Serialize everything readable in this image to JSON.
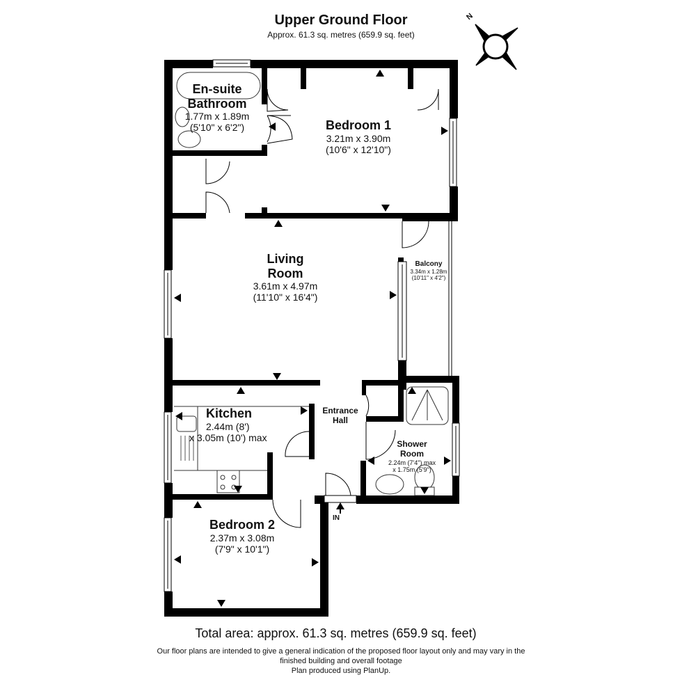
{
  "header": {
    "title": "Upper Ground Floor",
    "subtitle": "Approx. 61.3 sq. metres (659.9 sq. feet)"
  },
  "compass": {
    "north_label": "N",
    "icon": "compass-rose-icon"
  },
  "rooms": [
    {
      "id": "ensuite",
      "name": "En-suite Bathroom",
      "name_line1": "En-suite",
      "name_line2": "Bathroom",
      "metric": "1.77m x 1.89m",
      "imperial": "(5'10\" x 6'2\")"
    },
    {
      "id": "bedroom1",
      "name": "Bedroom 1",
      "metric": "3.21m x 3.90m",
      "imperial": "(10'6\" x 12'10\")"
    },
    {
      "id": "living",
      "name": "Living Room",
      "name_line1": "Living",
      "name_line2": "Room",
      "metric": "3.61m x 4.97m",
      "imperial": "(11'10\" x 16'4\")"
    },
    {
      "id": "balcony",
      "name": "Balcony",
      "metric": "3.34m x 1.28m",
      "imperial": "(10'11\" x 4'2\")"
    },
    {
      "id": "kitchen",
      "name": "Kitchen",
      "metric": "2.44m (8')",
      "imperial": "x 3.05m (10') max"
    },
    {
      "id": "entrance",
      "name": "Entrance Hall",
      "name_line1": "Entrance",
      "name_line2": "Hall"
    },
    {
      "id": "shower",
      "name": "Shower Room",
      "name_line1": "Shower",
      "name_line2": "Room",
      "metric": "2.24m (7'4\") max",
      "imperial": "x 1.75m (5'9\")"
    },
    {
      "id": "bedroom2",
      "name": "Bedroom 2",
      "metric": "2.37m x 3.08m",
      "imperial": "(7'9\" x 10'1\")"
    }
  ],
  "entrance_marker": "IN",
  "footer": {
    "total": "Total area: approx. 61.3 sq. metres (659.9 sq. feet)",
    "disclaimer_line1": "Our floor plans are intended to give a general indication of the proposed floor layout only and may vary  in the",
    "disclaimer_line2": "finished building and overall footage",
    "credit": "Plan produced using PlanUp."
  },
  "colors": {
    "wall": "#000000",
    "background": "#ffffff",
    "fixture": "#444444"
  }
}
